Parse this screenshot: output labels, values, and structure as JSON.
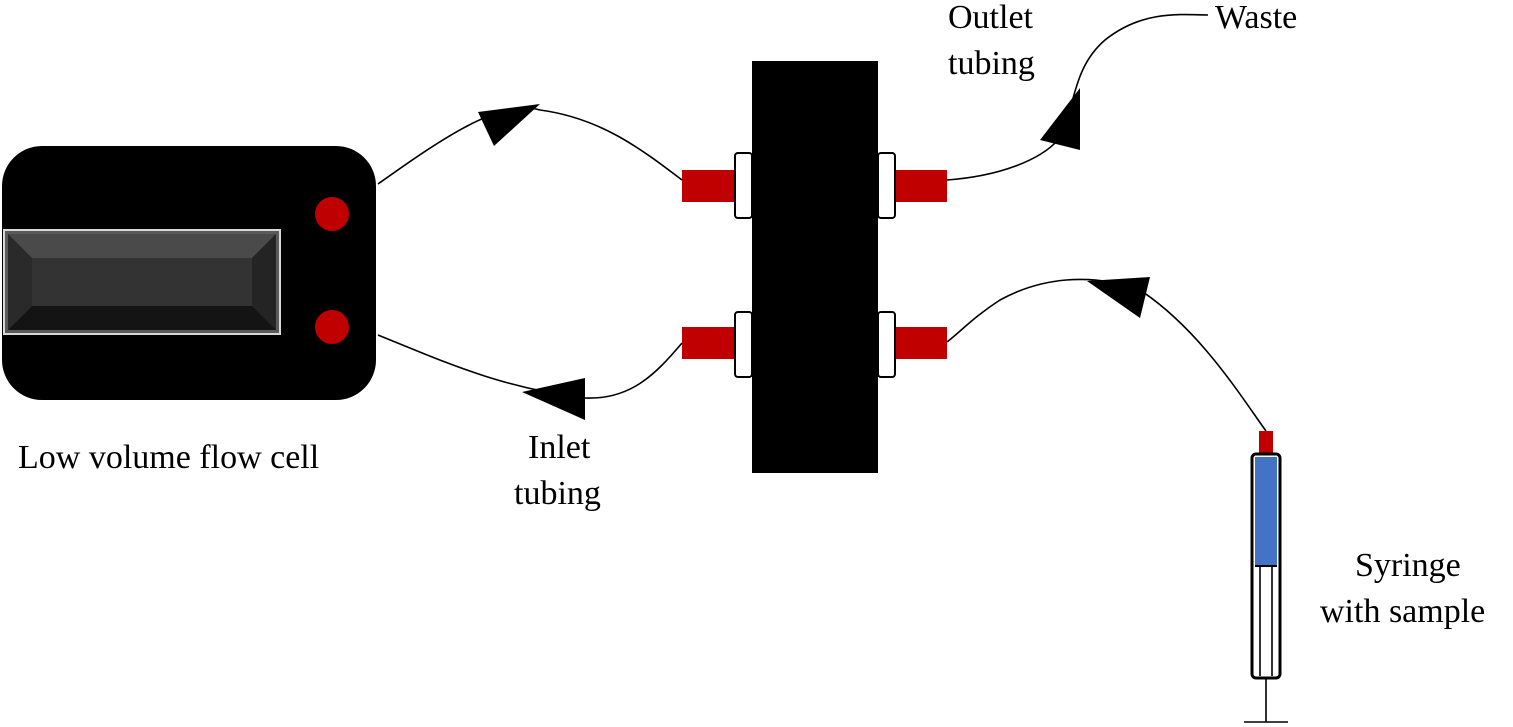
{
  "labels": {
    "flow_cell": "Low volume flow cell",
    "inlet_line1": "Inlet",
    "inlet_line2": "tubing",
    "outlet_line1": "Outlet",
    "outlet_line2": "tubing",
    "waste": "Waste",
    "syringe_line1": "Syringe",
    "syringe_line2": "with sample"
  },
  "colors": {
    "body": "#000000",
    "port": "#c00000",
    "sample": "#4472c4",
    "background": "#ffffff"
  }
}
